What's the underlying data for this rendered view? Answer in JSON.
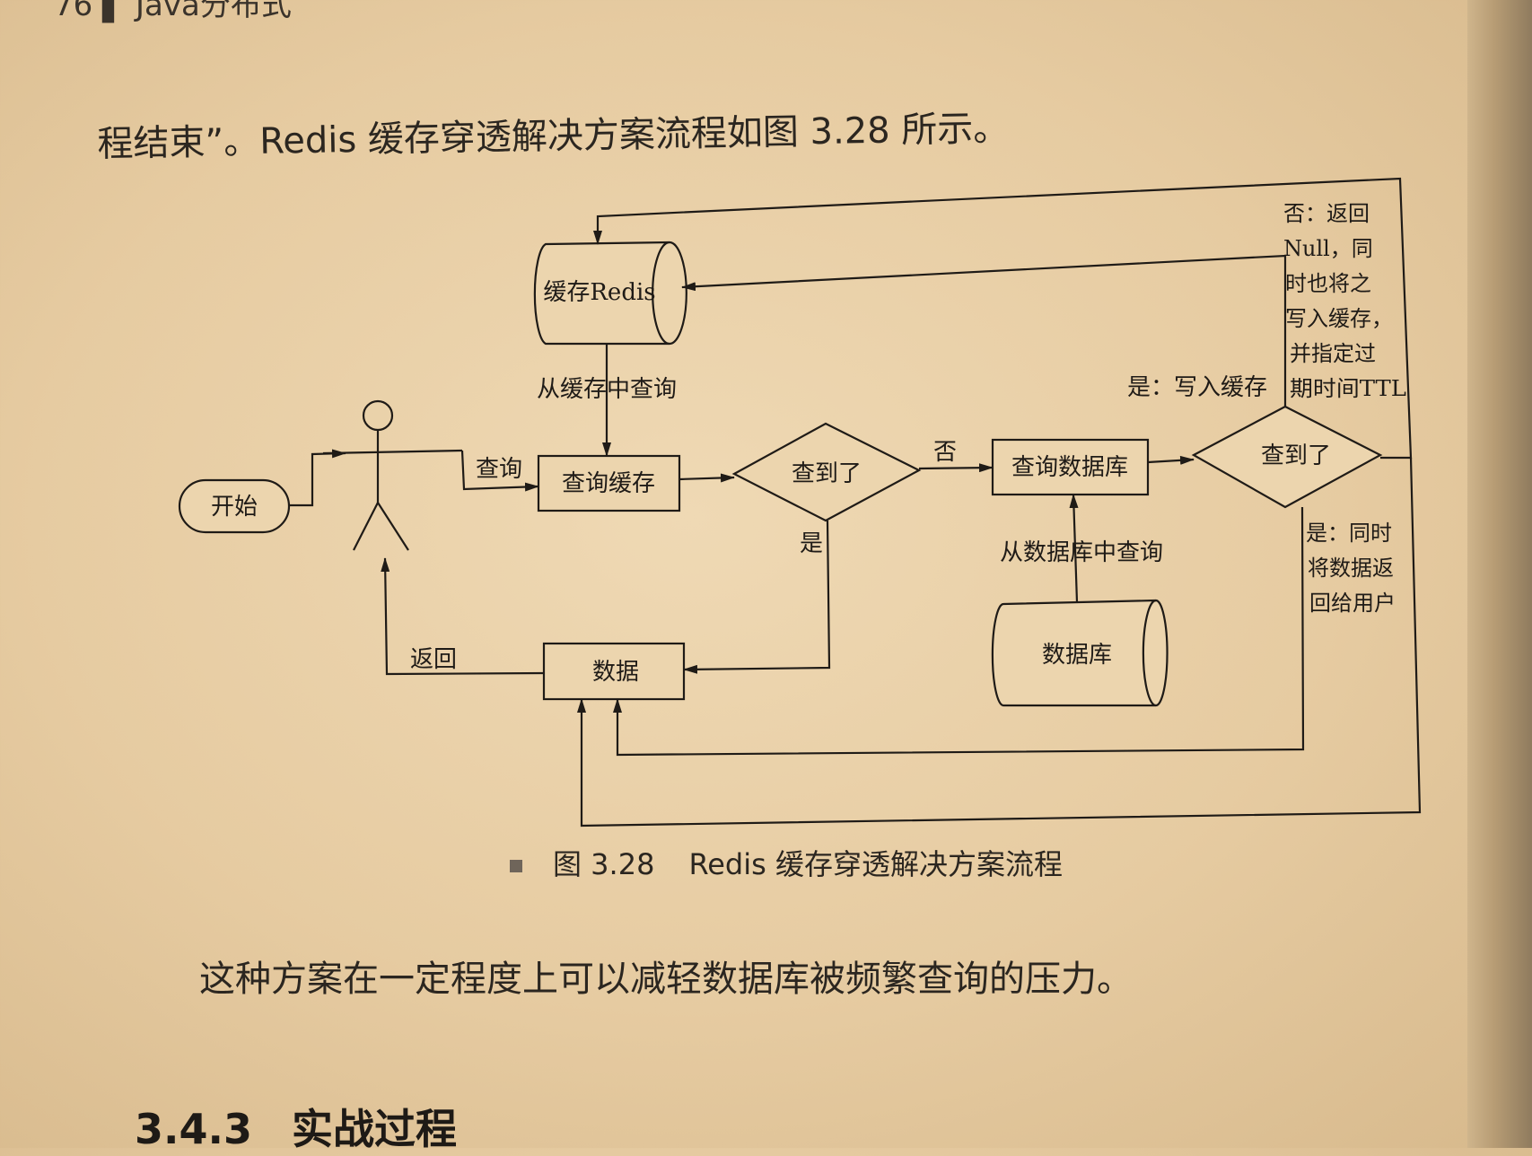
{
  "page": {
    "header_fragment": "76 ▌ Java分布式",
    "intro_text": "程结束”。Redis 缓存穿透解决方案流程如图 3.28 所示。",
    "paragraph": "这种方案在一定程度上可以减轻数据库被频繁查询的压力。",
    "section_number": "3.4.3",
    "section_title": "实战过程"
  },
  "figure": {
    "number": "图 3.28",
    "title": "Redis 缓存穿透解决方案流程"
  },
  "diagram": {
    "nodes": {
      "start": "开始",
      "cache": "缓存Redis",
      "query_cache": "查询缓存",
      "found_1": "查到了",
      "query_db": "查询数据库",
      "found_2": "查到了",
      "data": "数据",
      "database": "数据库"
    },
    "edges": {
      "query": "查询",
      "from_cache": "从缓存中查询",
      "no_1": "否",
      "yes_1": "是",
      "from_db": "从数据库中查询",
      "yes_write": "是：写入缓存",
      "return": "返回",
      "no_null": [
        "否：返回",
        "Null，同",
        "时也将之",
        "写入缓存，",
        "并指定过",
        "期时间TTL"
      ],
      "yes_return": [
        "是：同时",
        "将数据返",
        "回给用户"
      ]
    }
  }
}
